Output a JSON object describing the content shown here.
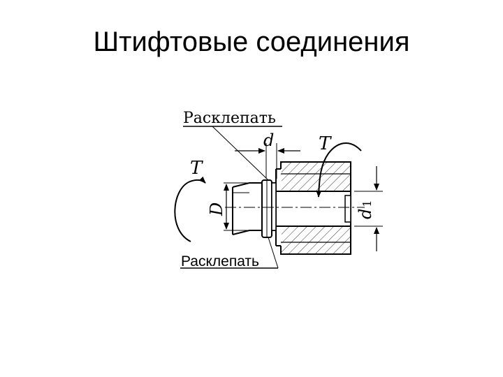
{
  "slide": {
    "title": "Штифтовые соединения"
  },
  "diagram": {
    "label_rivet_top": "Расклепать",
    "label_rivet_bottom": "Расклепать",
    "dim_d": "d",
    "dim_D": "D",
    "dim_d1": "d",
    "dim_d1_sub": "1",
    "torque_left": "T",
    "torque_right": "T",
    "line_color": "#000000"
  }
}
